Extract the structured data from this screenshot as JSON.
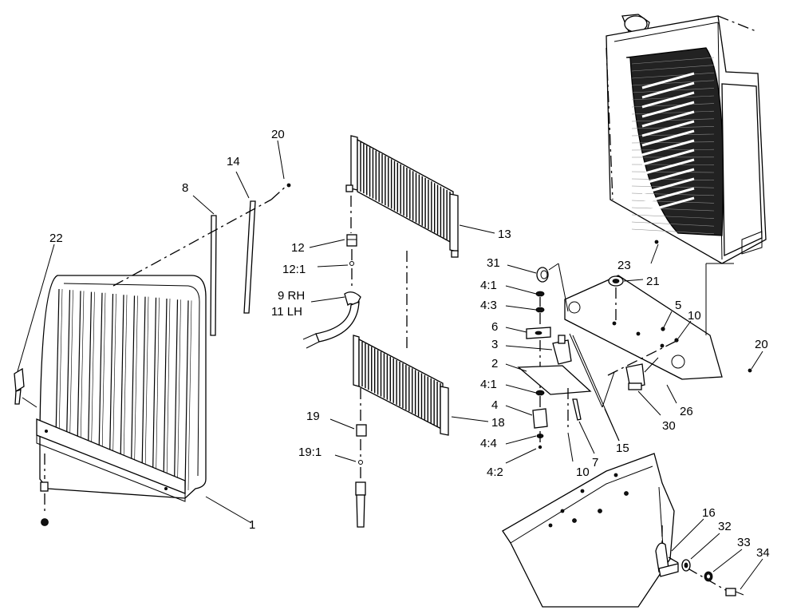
{
  "labels": {
    "p1": "1",
    "p2": "2",
    "p3": "3",
    "p4": "4",
    "p4_1a": "4:1",
    "p4_1b": "4:1",
    "p4_2": "4:2",
    "p4_3": "4:3",
    "p4_4": "4:4",
    "p5": "5",
    "p6": "6",
    "p7": "7",
    "p8": "8",
    "p9": "9 RH",
    "p11": "11 LH",
    "p10a": "10",
    "p10b": "10",
    "p12": "12",
    "p12_1": "12:1",
    "p13": "13",
    "p14": "14",
    "p15": "15",
    "p16": "16",
    "p18": "18",
    "p19": "19",
    "p19_1": "19:1",
    "p20a": "20",
    "p20b": "20",
    "p21": "21",
    "p22": "22",
    "p23": "23",
    "p26": "26",
    "p30": "30",
    "p31": "31",
    "p32": "32",
    "p33": "33",
    "p34": "34"
  }
}
